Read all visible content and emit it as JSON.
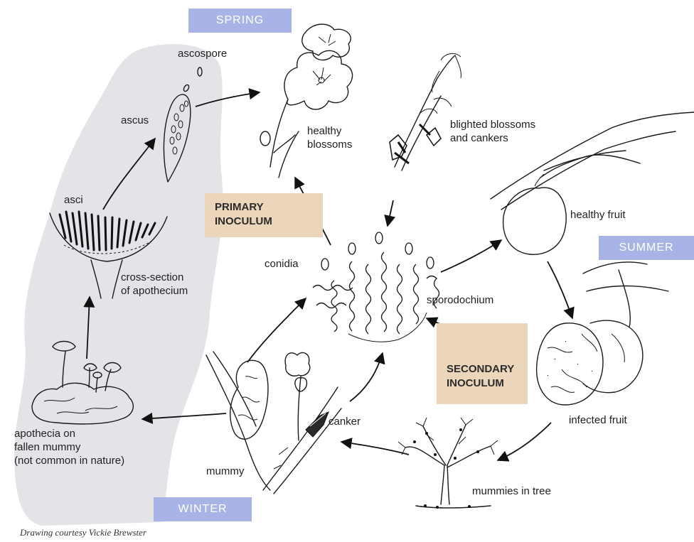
{
  "seasons": {
    "spring": "SPRING",
    "summer": "SUMMER",
    "winter": "WINTER"
  },
  "inoculum": {
    "primary_line1": "PRIMARY",
    "primary_line2": "INOCULUM",
    "secondary_line1": "SECONDARY",
    "secondary_line2": "INOCULUM"
  },
  "labels": {
    "ascospore": "ascospore",
    "ascus": "ascus",
    "asci": "asci",
    "cross_section_1": "cross-section",
    "cross_section_2": "of apothecium",
    "apothecia_1": "apothecia on",
    "apothecia_2": "fallen mummy",
    "apothecia_3": "(not common in nature)",
    "healthy_blossoms_1": "healthy",
    "healthy_blossoms_2": "blossoms",
    "blighted_1": "blighted blossoms",
    "blighted_2": "and cankers",
    "healthy_fruit": "healthy fruit",
    "conidia": "conidia",
    "sporodochium": "sporodochium",
    "infected_fruit": "infected fruit",
    "canker": "canker",
    "mummy": "mummy",
    "mummies_in_tree": "mummies in tree"
  },
  "credit": "Drawing courtesy Vickie Brewster",
  "colors": {
    "season_box": "#a9b4e6",
    "inoculum_box": "#ecd6bb",
    "winter_panel": "#e3e4e8"
  }
}
